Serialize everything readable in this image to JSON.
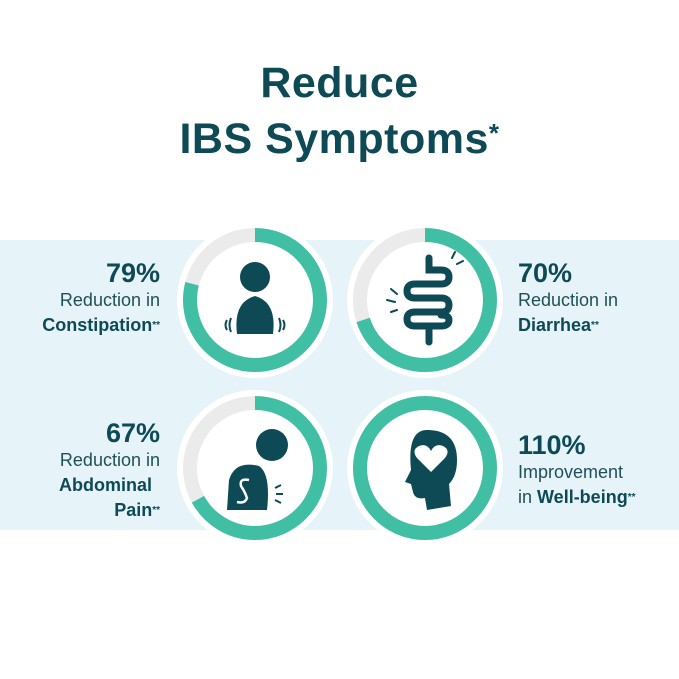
{
  "title": {
    "line1": "Reduce",
    "line2": "IBS Symptoms",
    "asterisk": "*"
  },
  "colors": {
    "dark": "#0d4a55",
    "accent": "#41bfa5",
    "track": "#ebebeb",
    "band": "#e6f4f9"
  },
  "stats": [
    {
      "percent": "79%",
      "value": 79,
      "line1": "Reduction in",
      "bold": "Constipation",
      "note": "**",
      "icon": "person-shaking-icon"
    },
    {
      "percent": "70%",
      "value": 70,
      "line1": "Reduction in",
      "bold": "Diarrhea",
      "note": "**",
      "icon": "intestine-icon"
    },
    {
      "percent": "67%",
      "value": 67,
      "line1": "Reduction in",
      "bold": "Abdominal Pain",
      "bold_a": "Abdominal",
      "bold_b": "Pain",
      "note": "**",
      "icon": "stomach-pain-icon"
    },
    {
      "percent": "110%",
      "value": 110,
      "line1": "Improvement",
      "prefix": "in ",
      "bold": "Well-being",
      "note": "**",
      "icon": "head-heart-icon"
    }
  ]
}
